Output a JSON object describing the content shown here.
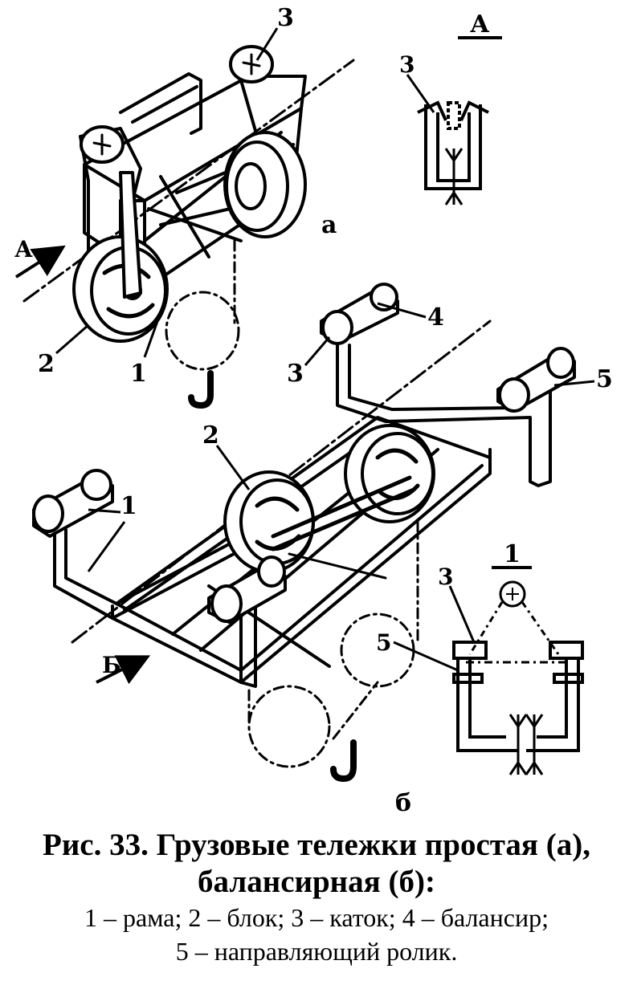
{
  "figure": {
    "view_a_label": "А",
    "view_b_label": "Б",
    "subfig_a": "а",
    "subfig_b": "б",
    "callouts_a": [
      "3",
      "2",
      "1"
    ],
    "callouts_b": [
      "4",
      "3",
      "5",
      "2",
      "1"
    ],
    "section_a": {
      "label": "А",
      "num": "3"
    },
    "section_b": {
      "label": "1",
      "num_3": "3",
      "num_5": "5"
    }
  },
  "caption": {
    "title_line1": "Рис. 33. Грузовые тележки простая (а),",
    "title_line2": "балансирная (б):",
    "legend_line1": "1 – рама; 2 – блок; 3 – каток; 4 – балансир;",
    "legend_line2": "5 – направляющий ролик."
  }
}
